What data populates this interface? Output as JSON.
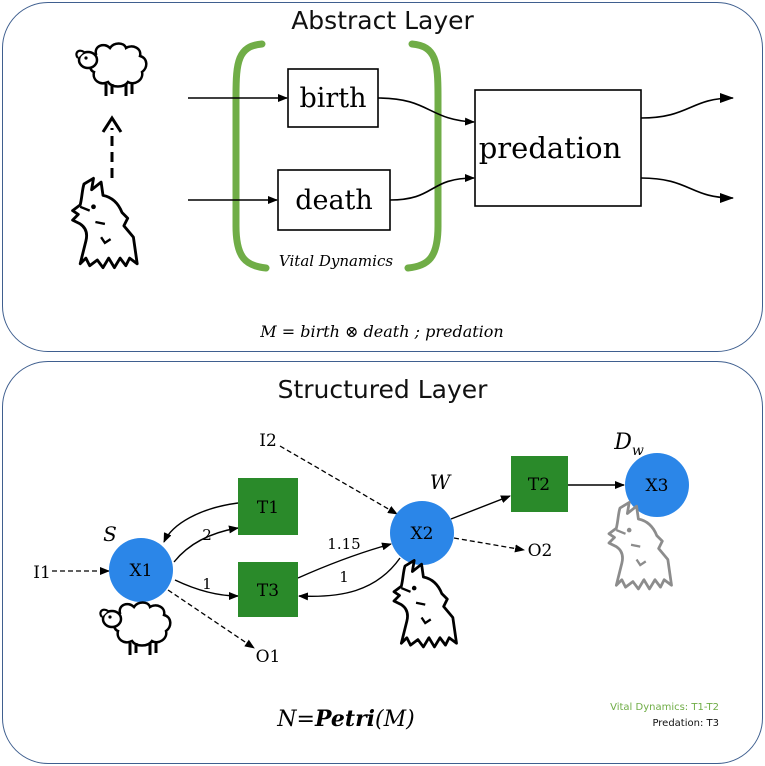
{
  "abstract_layer": {
    "title": "Abstract Layer",
    "boxes": {
      "birth": "birth",
      "death": "death",
      "predation": "predation"
    },
    "bracket_label": "Vital Dynamics",
    "formula": "M = birth ⊗ death ; predation"
  },
  "structured_layer": {
    "title": "Structured Layer",
    "places": {
      "x1": "X1",
      "x2": "X2",
      "x3": "X3"
    },
    "place_labels": {
      "x1": "S",
      "x2": "W",
      "x3": "D",
      "x3_sub": "w"
    },
    "transitions": {
      "t1": "T1",
      "t2": "T2",
      "t3": "T3"
    },
    "io": {
      "i1": "I1",
      "i2": "I2",
      "o1": "O1",
      "o2": "O2"
    },
    "edge_labels": {
      "t1_to_x1": "2",
      "x1_to_t3": "1",
      "t3_to_x2": "1.15",
      "x2_to_t3": "1"
    },
    "formula_lhs": "N",
    "formula_eq": "=",
    "formula_fn": "Petri",
    "formula_arg": "(M)",
    "legend": {
      "vital": "Vital Dynamics: T1-T2",
      "predation": "Predation: T3"
    }
  },
  "colors": {
    "place_fill": "#2b86e8",
    "transition_fill": "#2a8a2a",
    "bracket": "#70ad47",
    "panel_border": "#3f5f8f"
  },
  "icons": [
    "sheep-icon",
    "wolf-icon",
    "dead-wolf-icon",
    "dashed-up-arrow"
  ]
}
